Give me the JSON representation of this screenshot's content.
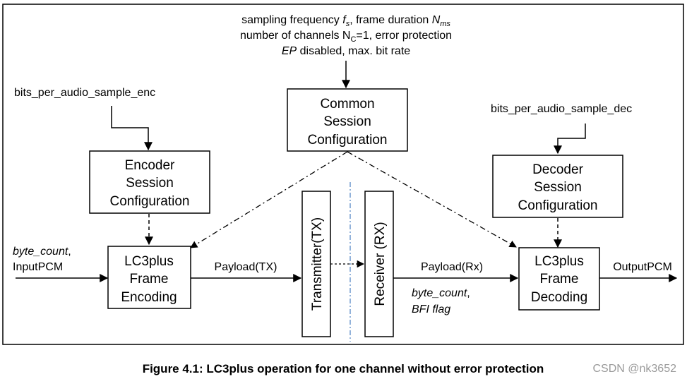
{
  "inputs": {
    "common_params": {
      "line1_prefix": "sampling frequency ",
      "line1_fs": "f",
      "line1_fs_sub": "s",
      "line1_middle": ", frame duration ",
      "line1_nms": "N",
      "line1_nms_sub": "ms",
      "line2_prefix": "number of channels N",
      "line2_sub": "C",
      "line2_suffix": "=1, error protection",
      "line3_ep": "EP",
      "line3_suffix": " disabled, max. bit rate"
    },
    "enc_bits": "bits_per_audio_sample_enc",
    "dec_bits": "bits_per_audio_sample_dec",
    "input_line1": "byte_count",
    "input_line1_suffix": ",",
    "input_line2": "InputPCM"
  },
  "boxes": {
    "common": [
      "Common",
      "Session",
      "Configuration"
    ],
    "encoder_cfg": [
      "Encoder",
      "Session",
      "Configuration"
    ],
    "decoder_cfg": [
      "Decoder",
      "Session",
      "Configuration"
    ],
    "encoding": [
      "LC3plus",
      "Frame",
      "Encoding"
    ],
    "decoding": [
      "LC3plus",
      "Frame",
      "Decoding"
    ],
    "transmitter": "Transmitter(TX)",
    "receiver": "Receiver (RX)"
  },
  "edges": {
    "payload_tx": "Payload(TX)",
    "payload_rx": "Payload(Rx)",
    "rx_note_line1": "byte_count",
    "rx_note_line1_suffix": ",",
    "rx_note_line2": "BFI flag",
    "output": "OutputPCM"
  },
  "caption": "Figure 4.1: LC3plus operation for one channel without error protection",
  "watermark": "CSDN @nk3652",
  "colors": {
    "stroke": "#000000",
    "divider": "#4a7fc1",
    "watermark": "#9a9a9a"
  }
}
